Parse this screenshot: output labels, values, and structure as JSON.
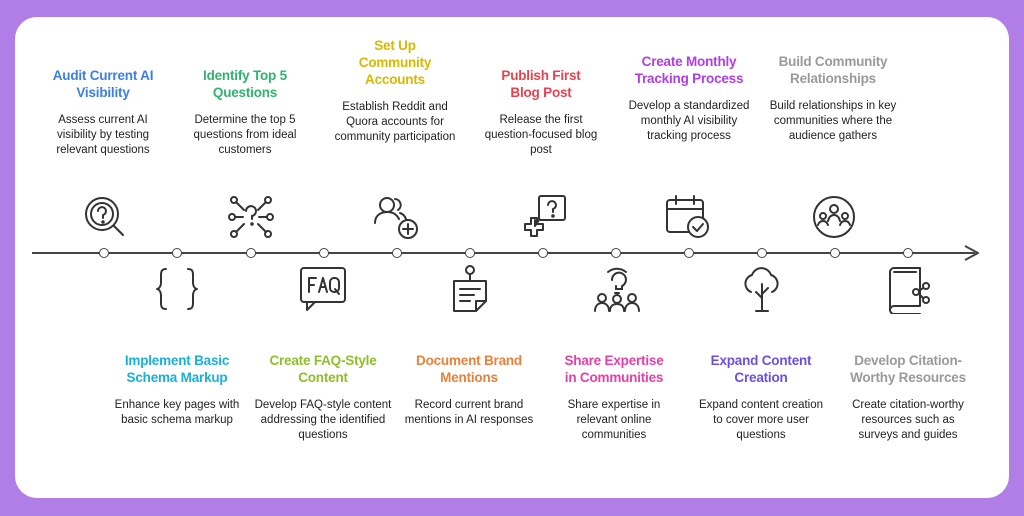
{
  "colors": {
    "background": "#b07ee6",
    "card": "#ffffff",
    "line": "#444444"
  },
  "top_steps": [
    {
      "title": "Audit Current AI Visibility",
      "desc": "Assess current AI visibility by testing relevant questions",
      "color": "#3c7fe0",
      "icon": "question-magnifier-icon"
    },
    {
      "title": "Identify Top 5 Questions",
      "desc": "Determine the top 5 questions from ideal customers",
      "color": "#2fb36f",
      "icon": "question-network-icon"
    },
    {
      "title": "Set Up Community Accounts",
      "desc": "Establish Reddit and Quora accounts for community participation",
      "color": "#d8b800",
      "icon": "add-users-icon"
    },
    {
      "title": "Publish First Blog Post",
      "desc": "Release the first question-focused blog post",
      "color": "#e8414f",
      "icon": "medical-question-icon"
    },
    {
      "title": "Create Monthly Tracking Process",
      "desc": "Develop a standardized monthly AI visibility tracking process",
      "color": "#b23ee3",
      "icon": "calendar-check-icon"
    },
    {
      "title": "Build Community Relationships",
      "desc": "Build relationships in key communities where the audience gathers",
      "color": "#9a9a9a",
      "icon": "community-globe-icon"
    }
  ],
  "bottom_steps": [
    {
      "title": "Implement Basic Schema Markup",
      "desc": "Enhance key pages with basic schema markup",
      "color": "#1ab0d8",
      "icon": "curly-braces-icon"
    },
    {
      "title": "Create FAQ-Style Content",
      "desc": "Develop FAQ-style content addressing the identified questions",
      "color": "#8fbf2a",
      "icon": "faq-bubble-icon"
    },
    {
      "title": "Document Brand Mentions",
      "desc": "Record current brand mentions in AI responses",
      "color": "#e8823a",
      "icon": "pinned-note-icon"
    },
    {
      "title": "Share Expertise in Communities",
      "desc": "Share expertise in relevant online communities",
      "color": "#e540a8",
      "icon": "group-idea-icon"
    },
    {
      "title": "Expand Content Creation",
      "desc": "Expand content creation to cover more user questions",
      "color": "#6a4fe0",
      "icon": "growing-plant-icon"
    },
    {
      "title": "Develop Citation-Worthy Resources",
      "desc": "Create citation-worthy resources such as surveys and guides",
      "color": "#9a9a9a",
      "icon": "book-share-icon"
    }
  ]
}
